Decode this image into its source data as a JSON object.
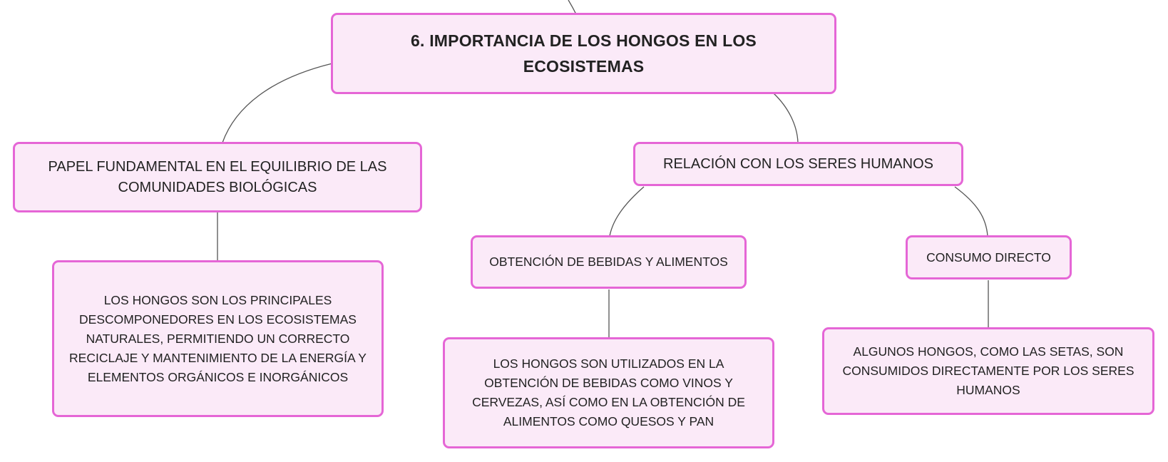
{
  "diagram": {
    "root": {
      "label": "6. IMPORTANCIA DE LOS HONGOS EN LOS ECOSISTEMAS"
    },
    "branch_left": {
      "label": "PAPEL FUNDAMENTAL EN EL EQUILIBRIO DE LAS COMUNIDADES BIOLÓGICAS",
      "detail": "LOS HONGOS SON LOS PRINCIPALES DESCOMPONEDORES EN LOS ECOSISTEMAS NATURALES, PERMITIENDO UN CORRECTO RECICLAJE Y MANTENIMIENTO DE LA ENERGÍA Y ELEMENTOS ORGÁNICOS E INORGÁNICOS"
    },
    "branch_right": {
      "label": "RELACIÓN CON LOS SERES HUMANOS",
      "children": [
        {
          "label": "OBTENCIÓN DE BEBIDAS Y ALIMENTOS",
          "detail": "LOS HONGOS SON UTILIZADOS EN LA OBTENCIÓN DE BEBIDAS COMO VINOS Y CERVEZAS, ASÍ COMO EN LA OBTENCIÓN DE ALIMENTOS COMO QUESOS Y PAN"
        },
        {
          "label": "CONSUMO DIRECTO",
          "detail": "ALGUNOS HONGOS, COMO LAS SETAS, SON CONSUMIDOS DIRECTAMENTE POR LOS SERES HUMANOS"
        }
      ]
    }
  },
  "colors": {
    "node_fill": "#fbeaf8",
    "node_border": "#e566d6",
    "connector": "#555555",
    "text": "#222222"
  }
}
